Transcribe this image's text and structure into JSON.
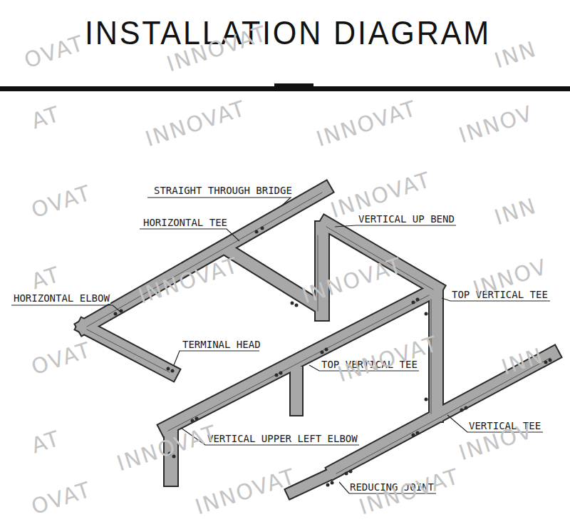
{
  "diagram": {
    "title": "INSTALLATION DIAGRAM",
    "labels": [
      "STRAIGHT THROUGH BRIDGE",
      "HORIZONTAL TEE",
      "VERTICAL UP BEND",
      "HORIZONTAL ELBOW",
      "TOP VERTICAL TEE",
      "TERMINAL HEAD",
      "TOP VERTICAL TEE",
      "VERTICAL UPPER LEFT ELBOW",
      "VERTICAL TEE",
      "REDUCING JOINT",
      "OVAT",
      "INNOVAT",
      "INN",
      "AT",
      "INNOVAT",
      "INNOVAT",
      "INNOV",
      "OVAT",
      "INNOVAT",
      "INN",
      "AT",
      "INNOVAT",
      "INNOVAT",
      "INNOV",
      "OVAT",
      "INNOVAT",
      "INN",
      "AT",
      "INNOVAT",
      "INNOV",
      "OVAT",
      "INNOVAT",
      "INNOVAT"
    ]
  }
}
